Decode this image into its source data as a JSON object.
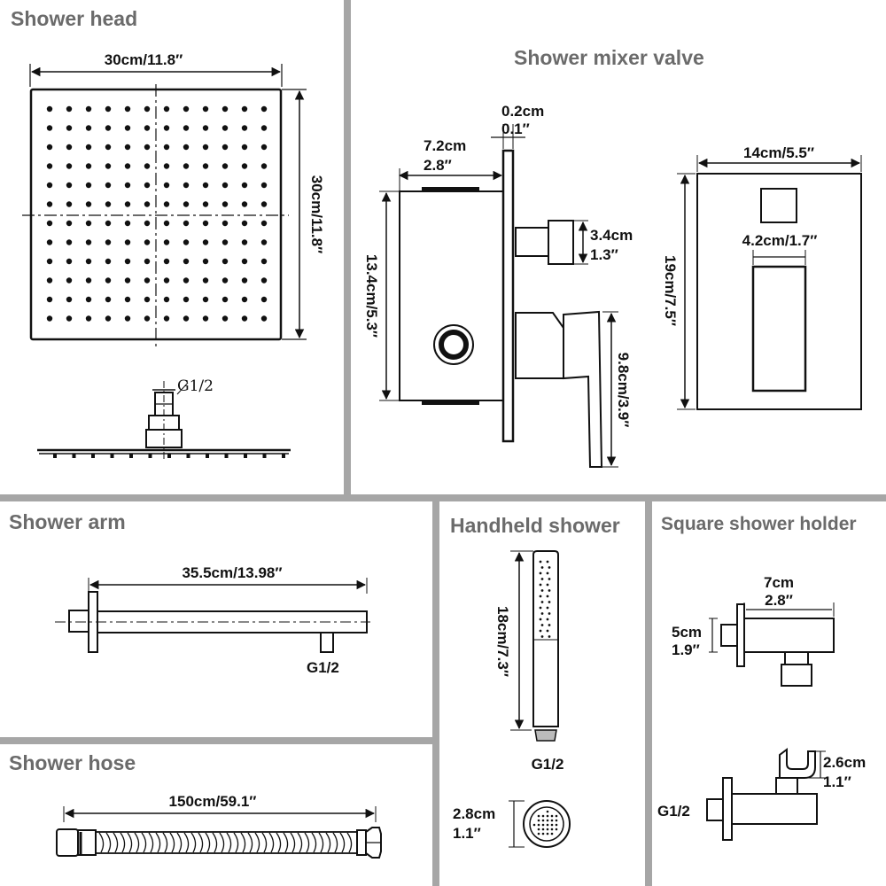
{
  "colors": {
    "divider": "#a6a6a6",
    "title": "#6b6b6b",
    "ink": "#111111",
    "background": "#ffffff"
  },
  "shower_head": {
    "title": "Shower head",
    "width_label": "30cm/11.8″",
    "height_label": "30cm/11.8″",
    "thread_label": "G1/2"
  },
  "mixer_valve": {
    "title": "Shower mixer valve",
    "plate_thickness": [
      "0.2cm",
      "0.1″"
    ],
    "body_depth": [
      "7.2cm",
      "2.8″"
    ],
    "outlet": [
      "3.4cm",
      "1.3″"
    ],
    "body_height_label": "13.4cm/5.3″",
    "handle": [
      "9.8cm/3.9″"
    ],
    "plate_width_label": "14cm/5.5″",
    "handle_width_label": "4.2cm/1.7″",
    "plate_height_label": "19cm/7.5″"
  },
  "shower_arm": {
    "title": "Shower arm",
    "length_label": "35.5cm/13.98″",
    "thread_label": "G1/2"
  },
  "shower_hose": {
    "title": "Shower hose",
    "length_label": "150cm/59.1″"
  },
  "handheld_shower": {
    "title": "Handheld shower",
    "length_label": "18cm/7.3″",
    "thread_label": "G1/2",
    "diameter": [
      "2.8cm",
      "1.1″"
    ]
  },
  "shower_holder": {
    "title": "Square shower holder",
    "depth": [
      "7cm",
      "2.8″"
    ],
    "height": [
      "5cm",
      "1.9″"
    ],
    "hook": [
      "2.6cm",
      "1.1″"
    ],
    "thread_label": "G1/2"
  }
}
